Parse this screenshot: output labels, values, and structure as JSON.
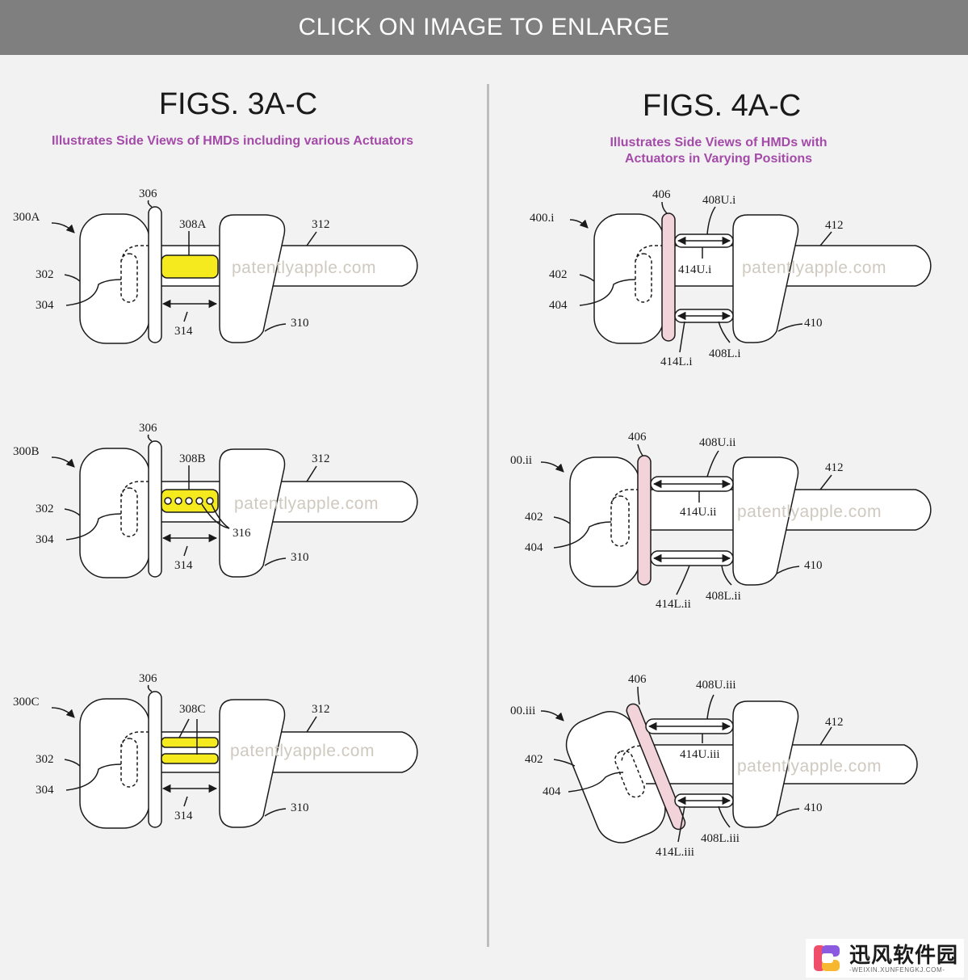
{
  "header": {
    "banner": "CLICK ON IMAGE TO ENLARGE"
  },
  "left": {
    "title": "FIGS. 3A-C",
    "subtitle": "Illustrates Side Views of HMDs including various Actuators"
  },
  "right": {
    "title": "FIGS. 4A-C",
    "subtitle_line1": "Illustrates Side Views of HMDs with",
    "subtitle_line2": "Actuators in Varying Positions"
  },
  "watermark": "patentlyapple.com",
  "fig3": {
    "a": {
      "device": "300A",
      "plate": "306",
      "actuator": "308A",
      "strap": "312",
      "left_body": "302",
      "sensor": "304",
      "gap": "314",
      "right_body": "310"
    },
    "b": {
      "device": "300B",
      "plate": "306",
      "actuator": "308B",
      "strap": "312",
      "left_body": "302",
      "sensor": "304",
      "gap": "314",
      "right_body": "310",
      "dots": "316"
    },
    "c": {
      "device": "300C",
      "plate": "306",
      "actuator": "308C",
      "strap": "312",
      "left_body": "302",
      "sensor": "304",
      "gap": "314",
      "right_body": "310"
    }
  },
  "fig4": {
    "i": {
      "device": "400.i",
      "plate": "406",
      "upper": "408U.i",
      "strap": "412",
      "left_body": "402",
      "upper_gap": "414U.i",
      "sensor": "404",
      "right_body": "410",
      "lower_gap": "414L.i",
      "lower": "408L.i"
    },
    "ii": {
      "device": "00.ii",
      "plate": "406",
      "upper": "408U.ii",
      "strap": "412",
      "left_body": "402",
      "upper_gap": "414U.ii",
      "sensor": "404",
      "right_body": "410",
      "lower_gap": "414L.ii",
      "lower": "408L.ii"
    },
    "iii": {
      "device": "00.iii",
      "plate": "406",
      "upper": "408U.iii",
      "strap": "412",
      "left_body": "402",
      "upper_gap": "414U.iii",
      "sensor": "404",
      "right_body": "410",
      "lower_gap": "414L.iii",
      "lower": "408L.iii"
    }
  },
  "badge": {
    "name": "迅风软件园",
    "url": "-WEIXIN.XUNFENGKJ.COM-"
  },
  "colors": {
    "actuator": "#f5ea1e",
    "plate_pink": "#f2d3da",
    "subtitle": "#a44aa8",
    "banner": "#7f7f7f"
  }
}
